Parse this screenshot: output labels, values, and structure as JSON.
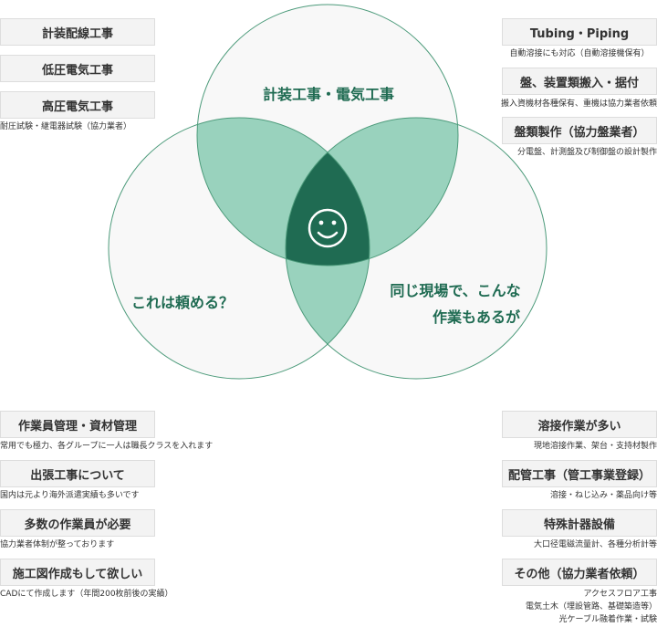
{
  "colors": {
    "accent_dark": "#1f6b52",
    "overlap_light": "#99d2bd",
    "circle_stroke": "#4d9b7b",
    "circle_fill": "#f8f8f8",
    "box_bg": "#f3f3f3"
  },
  "venn": {
    "top_label": "計装工事・電気工事",
    "left_label": "これは頼める？",
    "right_label_line1": "同じ現場で、こんな",
    "right_label_line2": "作業もあるが",
    "center_icon": "smiley-face-icon"
  },
  "left_top": [
    {
      "label": "計装配線工事",
      "note": ""
    },
    {
      "label": "低圧電気工事",
      "note": ""
    },
    {
      "label": "高圧電気工事",
      "note": "耐圧試験・継電器試験（協力業者）"
    }
  ],
  "right_top": [
    {
      "label": "Tubing・Piping",
      "note": "自動溶接にも対応（自動溶接機保有）"
    },
    {
      "label": "盤、装置類搬入・据付",
      "note": "搬入資機材各種保有、重機は協力業者依頼"
    },
    {
      "label": "盤類製作（協力盤業者）",
      "note": "分電盤、計測盤及び制御盤の設計製作"
    }
  ],
  "left_bottom": [
    {
      "label": "作業員管理・資材管理",
      "note": "常用でも極力、各グループに一人は職長クラスを入れます"
    },
    {
      "label": "出張工事について",
      "note": "国内は元より海外派遣実績も多いです"
    },
    {
      "label": "多数の作業員が必要",
      "note": "協力業者体制が整っております"
    },
    {
      "label": "施工図作成もして欲しい",
      "note": "CADにて作成します（年間200枚前後の実績）"
    }
  ],
  "right_bottom": [
    {
      "label": "溶接作業が多い",
      "note": "現地溶接作業、架台・支持材製作"
    },
    {
      "label": "配管工事（管工事業登録）",
      "note": "溶接・ねじ込み・薬品向け等"
    },
    {
      "label": "特殊計器設備",
      "note": "大口径電磁流量計、各種分析計等"
    },
    {
      "label": "その他（協力業者依頼）",
      "note_lines": [
        "アクセスフロア工事",
        "電気土木（埋設管路、基礎築造等）",
        "光ケーブル融着作業・試験"
      ]
    }
  ]
}
